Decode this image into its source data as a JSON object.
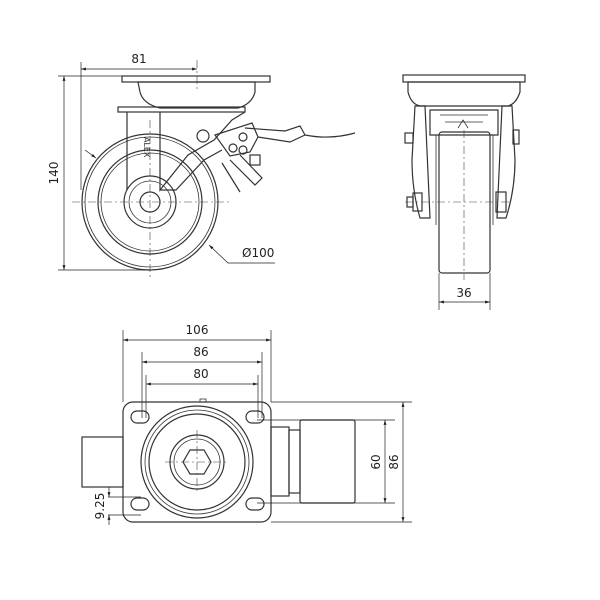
{
  "title": "Swivel caster with brake - technical drawing",
  "logo": "ALEX",
  "side_view": {
    "width_label": "81",
    "height_label": "140",
    "diameter_label": "Ø100"
  },
  "front_view": {
    "wheel_width_label": "36"
  },
  "top_view": {
    "plate_width_label": "106",
    "hole_spacing_outer_label": "86",
    "hole_spacing_inner_label": "80",
    "hole_spacing_vertical_label": "60",
    "plate_height_label": "86",
    "slot_label": "9.25"
  }
}
